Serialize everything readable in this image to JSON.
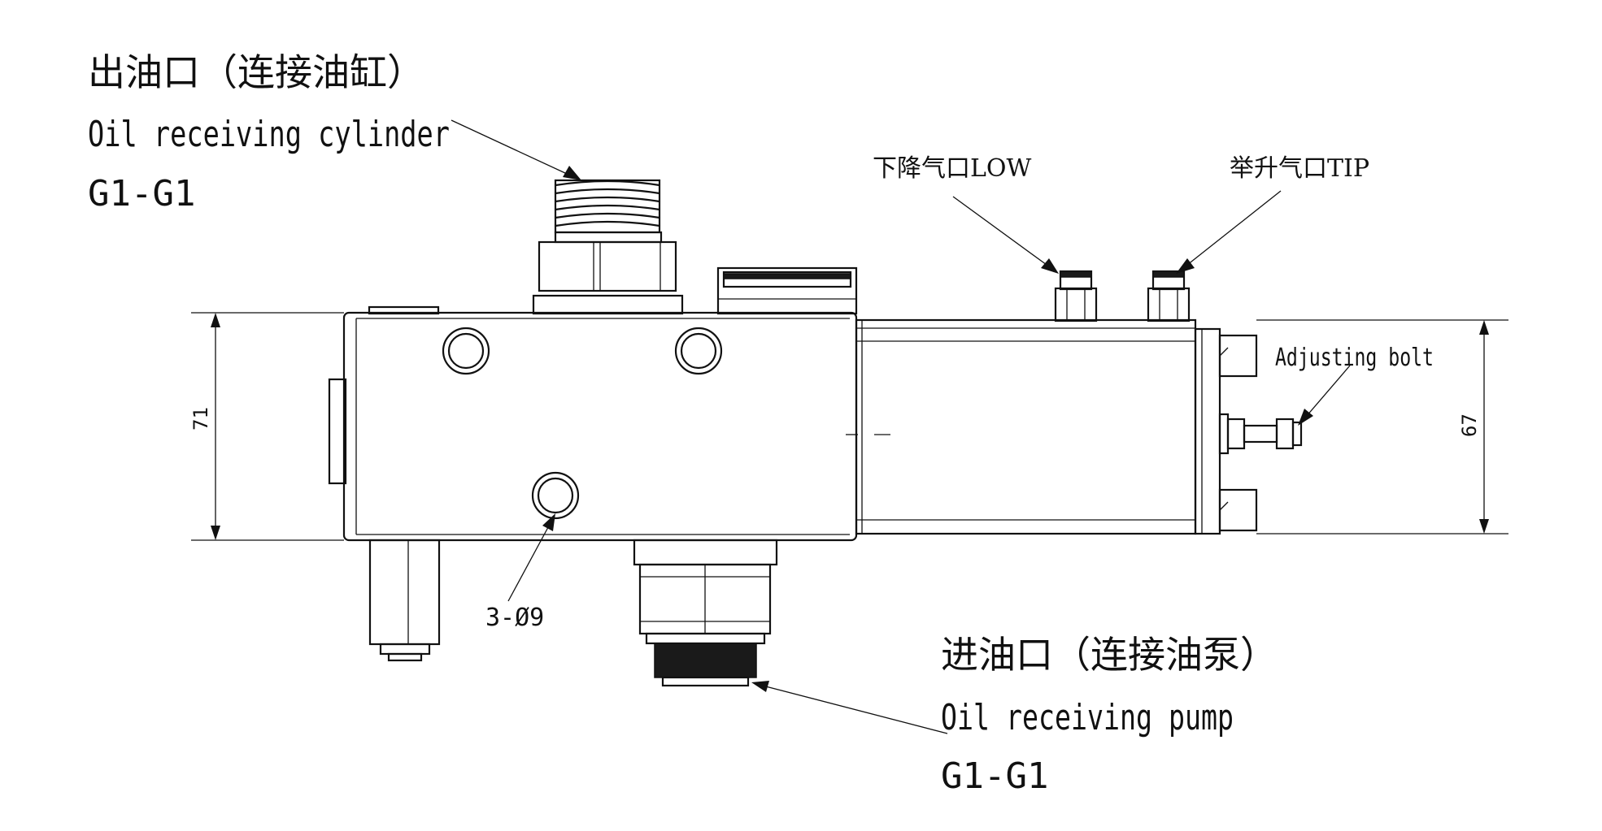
{
  "labels": {
    "outlet_cn": "出油口（连接油缸）",
    "outlet_en": "Oil receiving cylinder",
    "outlet_spec": "G1-G1",
    "inlet_cn": "进油口（连接油泵）",
    "inlet_en": "Oil receiving pump",
    "inlet_spec": "G1-G1",
    "low_port": "下降气口LOW",
    "tip_port": "举升气口TIP",
    "adjusting_bolt": "Adjusting bolt",
    "holes": "3-Ø9"
  },
  "dimensions": {
    "left_height": "71",
    "right_height": "67"
  },
  "colors": {
    "line": "#111111",
    "background": "#ffffff"
  }
}
